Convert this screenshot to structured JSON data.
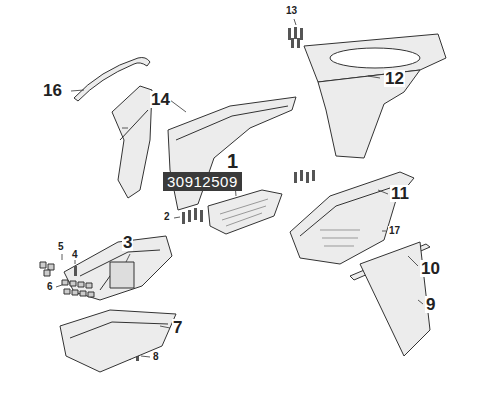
{
  "diagram": {
    "labels": [
      "13",
      "16",
      "12",
      "14",
      "17",
      "1",
      "30912509",
      "11",
      "2",
      "3",
      "5",
      "4",
      "6",
      "10",
      "9",
      "7",
      "8"
    ]
  }
}
